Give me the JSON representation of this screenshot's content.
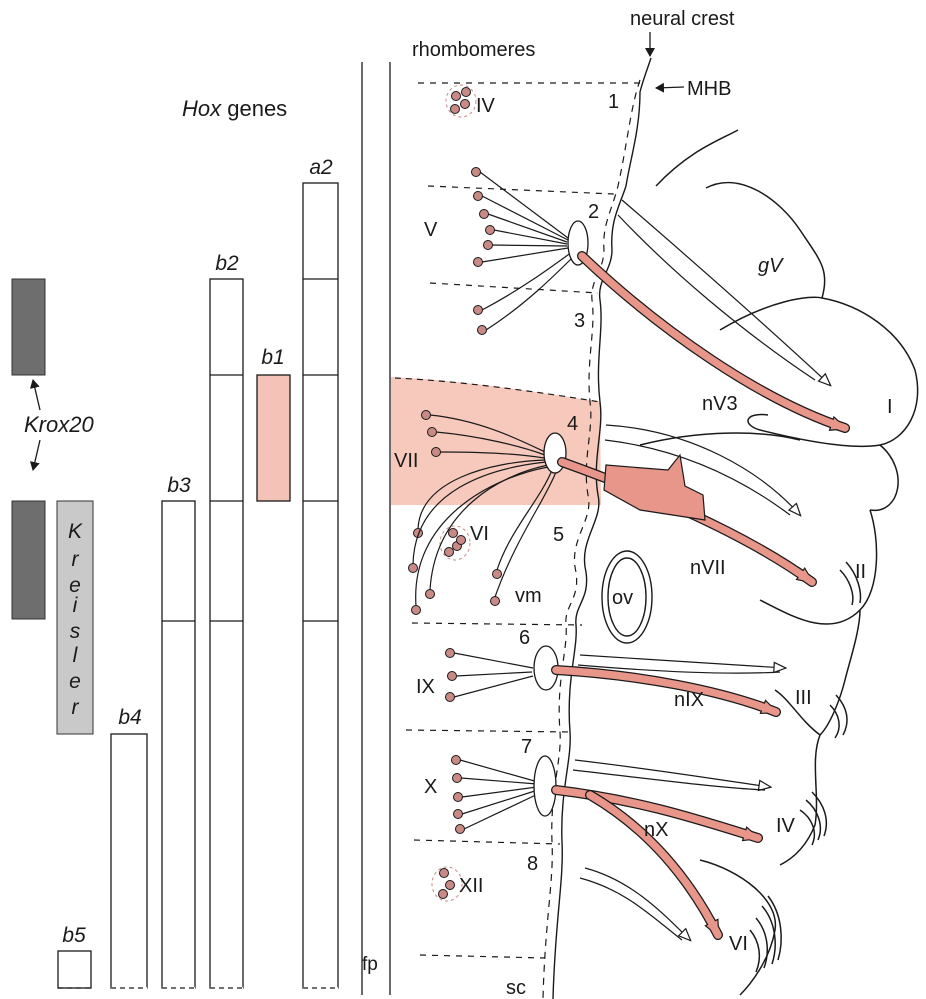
{
  "figure": {
    "hox_title": {
      "italic": "Hox",
      "rest": " genes"
    },
    "rhombomeres_label": "rhombomeres",
    "neural_crest_label": "neural crest",
    "mhb_label": "MHB",
    "krox20_label": "Krox20",
    "kreisler_letters": [
      "K",
      "r",
      "e",
      "i",
      "s",
      "l",
      "e",
      "r"
    ],
    "gene_labels": [
      "b5",
      "b4",
      "b3",
      "b2",
      "b1",
      "a2"
    ],
    "rhombomere_numbers": [
      "1",
      "2",
      "3",
      "4",
      "5",
      "6",
      "7",
      "8"
    ],
    "nuclei": [
      "IV",
      "V",
      "VII",
      "VI",
      "IX",
      "X",
      "XII"
    ],
    "vm_label": "vm",
    "ov_label": "ov",
    "gv_label": "gV",
    "nerves": [
      "nV3",
      "nVII",
      "nIX",
      "nX"
    ],
    "arches": [
      "I",
      "II",
      "III",
      "IV",
      "VI"
    ],
    "fp_label": "fp",
    "sc_label": "sc",
    "colors": {
      "krox20": "#6e6e6e",
      "kreisler": "#c9c9c9",
      "hox_b1": "#f4c2b6",
      "r4_domain": "#f6c9bc",
      "crest_stream": "#e8958a",
      "dot_fill": "#c98a86",
      "line": "#1a1a1a"
    }
  }
}
